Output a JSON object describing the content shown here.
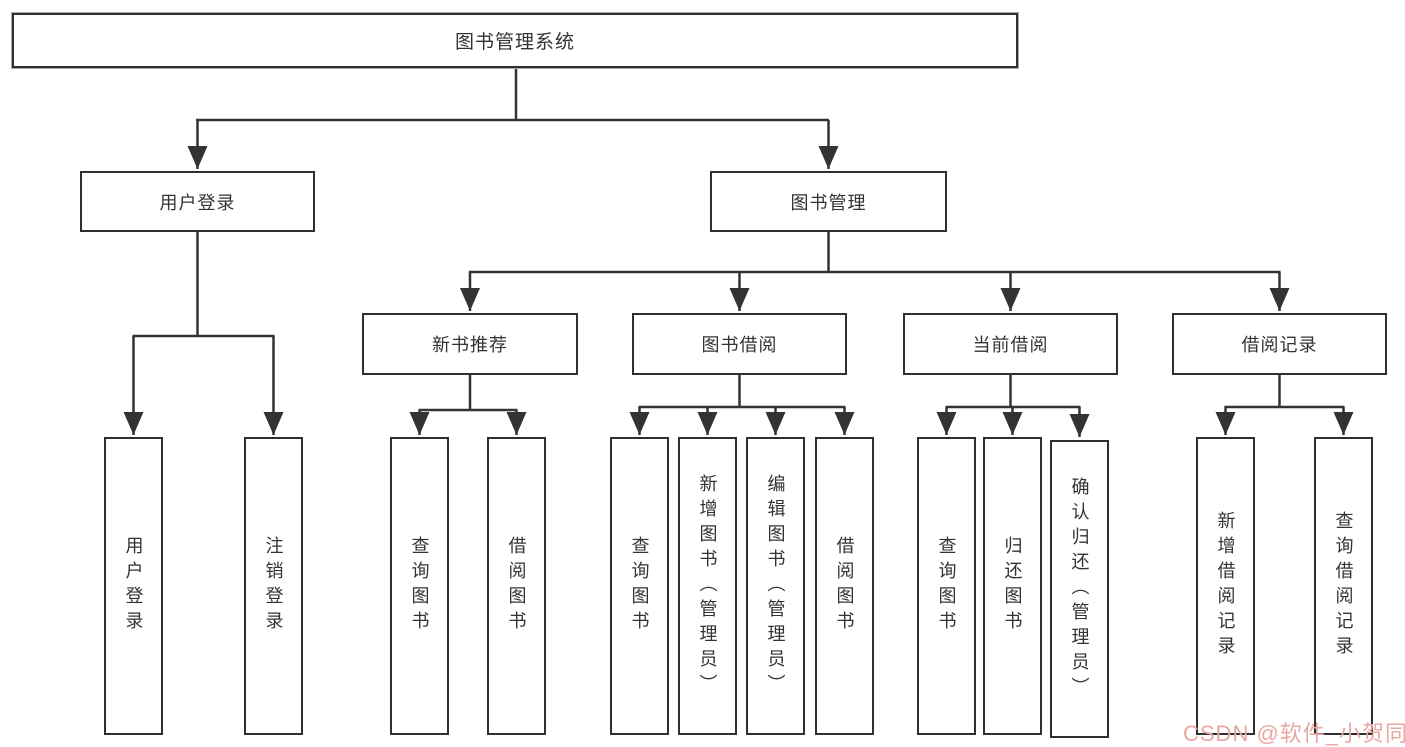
{
  "diagram": {
    "root": {
      "label": "图书管理系统"
    },
    "level2": {
      "user_login": {
        "label": "用户登录"
      },
      "book_mgmt": {
        "label": "图书管理"
      }
    },
    "level3": {
      "new_book": {
        "label": "新书推荐"
      },
      "borrow": {
        "label": "图书借阅"
      },
      "current": {
        "label": "当前借阅"
      },
      "records": {
        "label": "借阅记录"
      }
    },
    "level4": {
      "user_login_children": [
        {
          "label": "用户登录"
        },
        {
          "label": "注销登录"
        }
      ],
      "new_book_children": [
        {
          "label": "查询图书"
        },
        {
          "label": "借阅图书"
        }
      ],
      "borrow_children": [
        {
          "label": "查询图书"
        },
        {
          "label": "新增图书（管理员）"
        },
        {
          "label": "编辑图书（管理员）"
        },
        {
          "label": "借阅图书"
        }
      ],
      "current_children": [
        {
          "label": "查询图书"
        },
        {
          "label": "归还图书"
        },
        {
          "label": "确认归还（管理员）"
        }
      ],
      "records_children": [
        {
          "label": "新增借阅记录"
        },
        {
          "label": "查询借阅记录"
        }
      ]
    },
    "watermark": {
      "text": "CSDN @软件_小贺同学",
      "color": "#e8a8a3"
    },
    "colors": {
      "line": "#333333",
      "border": "#2f2f2f",
      "text": "#333333",
      "background": "#ffffff"
    }
  }
}
